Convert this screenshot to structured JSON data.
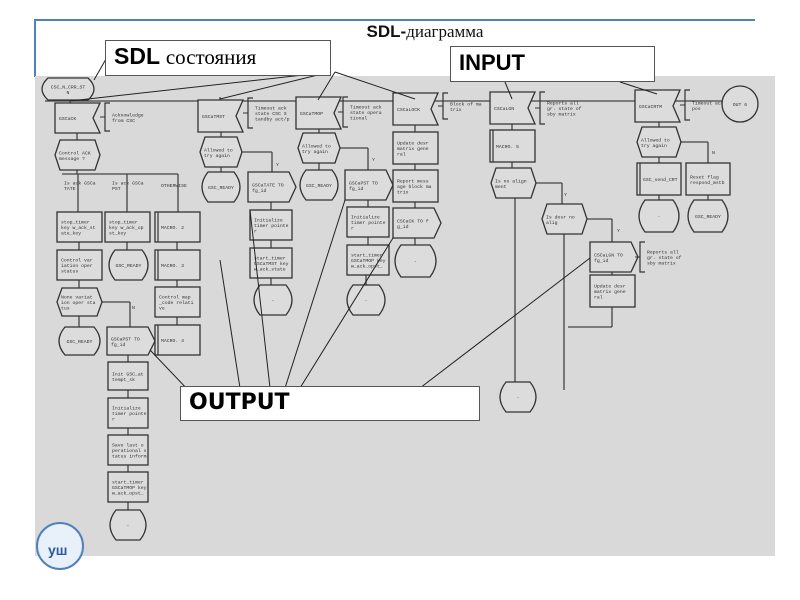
{
  "slide": {
    "title_bold": "SDL-",
    "title_rest": "диаграмма",
    "accent_color": "#4f81bd",
    "logo_text": "уш"
  },
  "callouts": {
    "states_bold": "SDL",
    "states_rest": "состояния",
    "input": "INPUT",
    "output": "OUTPUT"
  },
  "diagram": {
    "nodes": [
      {
        "id": "s0",
        "type": "state",
        "lines": [
          "CSC_N_CRR_ST",
          "N"
        ]
      },
      {
        "id": "i1",
        "type": "input",
        "lines": [
          "GSCaCK"
        ]
      },
      {
        "id": "m1",
        "type": "comment",
        "lines": [
          "Acknowledge",
          "from CSC"
        ]
      },
      {
        "id": "d1",
        "type": "decision",
        "lines": [
          "Control ACK",
          "message ?"
        ]
      },
      {
        "id": "b1",
        "type": "label",
        "lines": [
          "Is ack GSCa",
          "TATE"
        ]
      },
      {
        "id": "b2",
        "type": "label",
        "lines": [
          "Is ack GSCa",
          "PST"
        ]
      },
      {
        "id": "b3",
        "type": "label",
        "lines": [
          "OTHERWISE"
        ]
      },
      {
        "id": "t1",
        "type": "task",
        "lines": [
          "stop_timer",
          "key w_ack_st",
          "ate_key"
        ]
      },
      {
        "id": "t2",
        "type": "task",
        "lines": [
          "Control var",
          "iation oper",
          "status"
        ]
      },
      {
        "id": "d2",
        "type": "decision",
        "lines": [
          "None variat",
          "ion oper sta",
          "tus"
        ]
      },
      {
        "id": "s1",
        "type": "state",
        "lines": [
          "GSC_READY"
        ]
      },
      {
        "id": "t3",
        "type": "task",
        "lines": [
          "stop_timer",
          "key w_ack_op",
          "st_key"
        ]
      },
      {
        "id": "s2",
        "type": "state",
        "lines": [
          "GSC_READY"
        ]
      },
      {
        "id": "k2",
        "type": "macro",
        "lines": [
          "MACRO. 2"
        ]
      },
      {
        "id": "k3",
        "type": "macro",
        "lines": [
          "MACRO. 3"
        ]
      },
      {
        "id": "t4",
        "type": "task",
        "lines": [
          "Control map",
          "_code relati",
          "ve"
        ]
      },
      {
        "id": "k4",
        "type": "macro",
        "lines": [
          "MACRO. 4"
        ]
      },
      {
        "id": "o1",
        "type": "output",
        "lines": [
          "GSCaPST  TO",
          "fg_id"
        ]
      },
      {
        "id": "t5",
        "type": "task",
        "lines": [
          "Init GSC_at",
          "tempt_sk"
        ]
      },
      {
        "id": "t6",
        "type": "task",
        "lines": [
          "Initialize",
          "timer pointe",
          "r"
        ]
      },
      {
        "id": "t7",
        "type": "task",
        "lines": [
          "Save last o",
          "perational s",
          "tatus inform"
        ]
      },
      {
        "id": "t8",
        "type": "task",
        "lines": [
          "start_timer",
          "GSCaTMOP key",
          "w_ack_opst_"
        ]
      },
      {
        "id": "s3",
        "type": "state",
        "lines": [
          "-"
        ]
      },
      {
        "id": "yN",
        "type": "label",
        "lines": [
          "N"
        ]
      },
      {
        "id": "i2",
        "type": "input",
        "lines": [
          "GSCaTMST"
        ]
      },
      {
        "id": "m2",
        "type": "comment",
        "lines": [
          "Timeout ack",
          "state CSC S",
          "tandby act/p"
        ]
      },
      {
        "id": "d3",
        "type": "decision",
        "lines": [
          "Allowed to",
          "try again"
        ]
      },
      {
        "id": "s4",
        "type": "state",
        "lines": [
          "GSC_READY"
        ]
      },
      {
        "id": "o2",
        "type": "output",
        "lines": [
          "GSCaTATE  TO",
          "fg_id"
        ]
      },
      {
        "id": "t9",
        "type": "task",
        "lines": [
          "Initialize",
          "timer pointe",
          "r"
        ]
      },
      {
        "id": "t10",
        "type": "task",
        "lines": [
          "start_timer",
          "GSCaTMST key",
          "w_ack_state"
        ]
      },
      {
        "id": "s5",
        "type": "state",
        "lines": [
          "-"
        ]
      },
      {
        "id": "yY1",
        "type": "label",
        "lines": [
          "Y"
        ]
      },
      {
        "id": "i3",
        "type": "input",
        "lines": [
          "GSCaTMOP"
        ]
      },
      {
        "id": "m3",
        "type": "comment",
        "lines": [
          "Timeout ack",
          "state opera",
          "tional"
        ]
      },
      {
        "id": "d4",
        "type": "decision",
        "lines": [
          "Allowed to",
          "try again"
        ]
      },
      {
        "id": "s6",
        "type": "state",
        "lines": [
          "GSC_READY"
        ]
      },
      {
        "id": "o3",
        "type": "output",
        "lines": [
          "GSCaPST  TO",
          "fg_id"
        ]
      },
      {
        "id": "t11",
        "type": "task",
        "lines": [
          "Initialize",
          "timer pointe",
          "r"
        ]
      },
      {
        "id": "t12",
        "type": "task",
        "lines": [
          "start_timer",
          "GSCaTMOP key",
          "w_ack_opst_"
        ]
      },
      {
        "id": "s7",
        "type": "state",
        "lines": [
          "-"
        ]
      },
      {
        "id": "yY2",
        "type": "label",
        "lines": [
          "Y"
        ]
      },
      {
        "id": "i4",
        "type": "input",
        "lines": [
          "CSCaLOCK"
        ]
      },
      {
        "id": "m4",
        "type": "comment",
        "lines": [
          "Block of ma",
          "trix"
        ]
      },
      {
        "id": "t13",
        "type": "task",
        "lines": [
          "Update desr",
          "matrix gene",
          "ral"
        ]
      },
      {
        "id": "t14",
        "type": "task",
        "lines": [
          "Report mess",
          "age block ma",
          "trix"
        ]
      },
      {
        "id": "o4",
        "type": "output",
        "lines": [
          "CSCaCK  TO f",
          "g_id"
        ]
      },
      {
        "id": "s8",
        "type": "state",
        "lines": [
          "-"
        ]
      },
      {
        "id": "i5",
        "type": "input",
        "lines": [
          "CSCaLGN"
        ]
      },
      {
        "id": "m5",
        "type": "comment",
        "lines": [
          "Reports all",
          "gr. state of",
          "sby matrix"
        ]
      },
      {
        "id": "k5",
        "type": "macro",
        "lines": [
          "MACRO. 5"
        ]
      },
      {
        "id": "d5",
        "type": "decision",
        "lines": [
          "Is no align",
          "ment"
        ]
      },
      {
        "id": "d6",
        "type": "decision",
        "lines": [
          "Is desr no",
          "alig"
        ]
      },
      {
        "id": "o5",
        "type": "output",
        "lines": [
          "CSCaLGN  TO",
          "fg_id"
        ]
      },
      {
        "id": "m6",
        "type": "comment",
        "lines": [
          "Reports all",
          "gr. state of",
          "sby matrix"
        ]
      },
      {
        "id": "t15",
        "type": "task",
        "lines": [
          "Update desr",
          "matrix gene",
          "ral"
        ]
      },
      {
        "id": "s9",
        "type": "state",
        "lines": [
          "-"
        ]
      },
      {
        "id": "yY3",
        "type": "label",
        "lines": [
          "Y"
        ]
      },
      {
        "id": "yY4",
        "type": "label",
        "lines": [
          "Y"
        ]
      },
      {
        "id": "i6",
        "type": "input",
        "lines": [
          "GSCaCRTM"
        ]
      },
      {
        "id": "m7",
        "type": "comment",
        "lines": [
          "Timeout ack",
          "pos"
        ]
      },
      {
        "id": "d7",
        "type": "decision",
        "lines": [
          "Allowed to",
          "try again"
        ]
      },
      {
        "id": "k6",
        "type": "macro",
        "lines": [
          "GSC_send_CRT"
        ]
      },
      {
        "id": "t16",
        "type": "task",
        "lines": [
          "Reset flag",
          "respond_mstb"
        ]
      },
      {
        "id": "s10",
        "type": "state",
        "lines": [
          "-"
        ]
      },
      {
        "id": "s11",
        "type": "state",
        "lines": [
          "GSC_READY"
        ]
      },
      {
        "id": "yN2",
        "type": "label",
        "lines": [
          "N"
        ]
      },
      {
        "id": "c1",
        "type": "circle",
        "lines": [
          "OUT 6"
        ]
      }
    ]
  }
}
